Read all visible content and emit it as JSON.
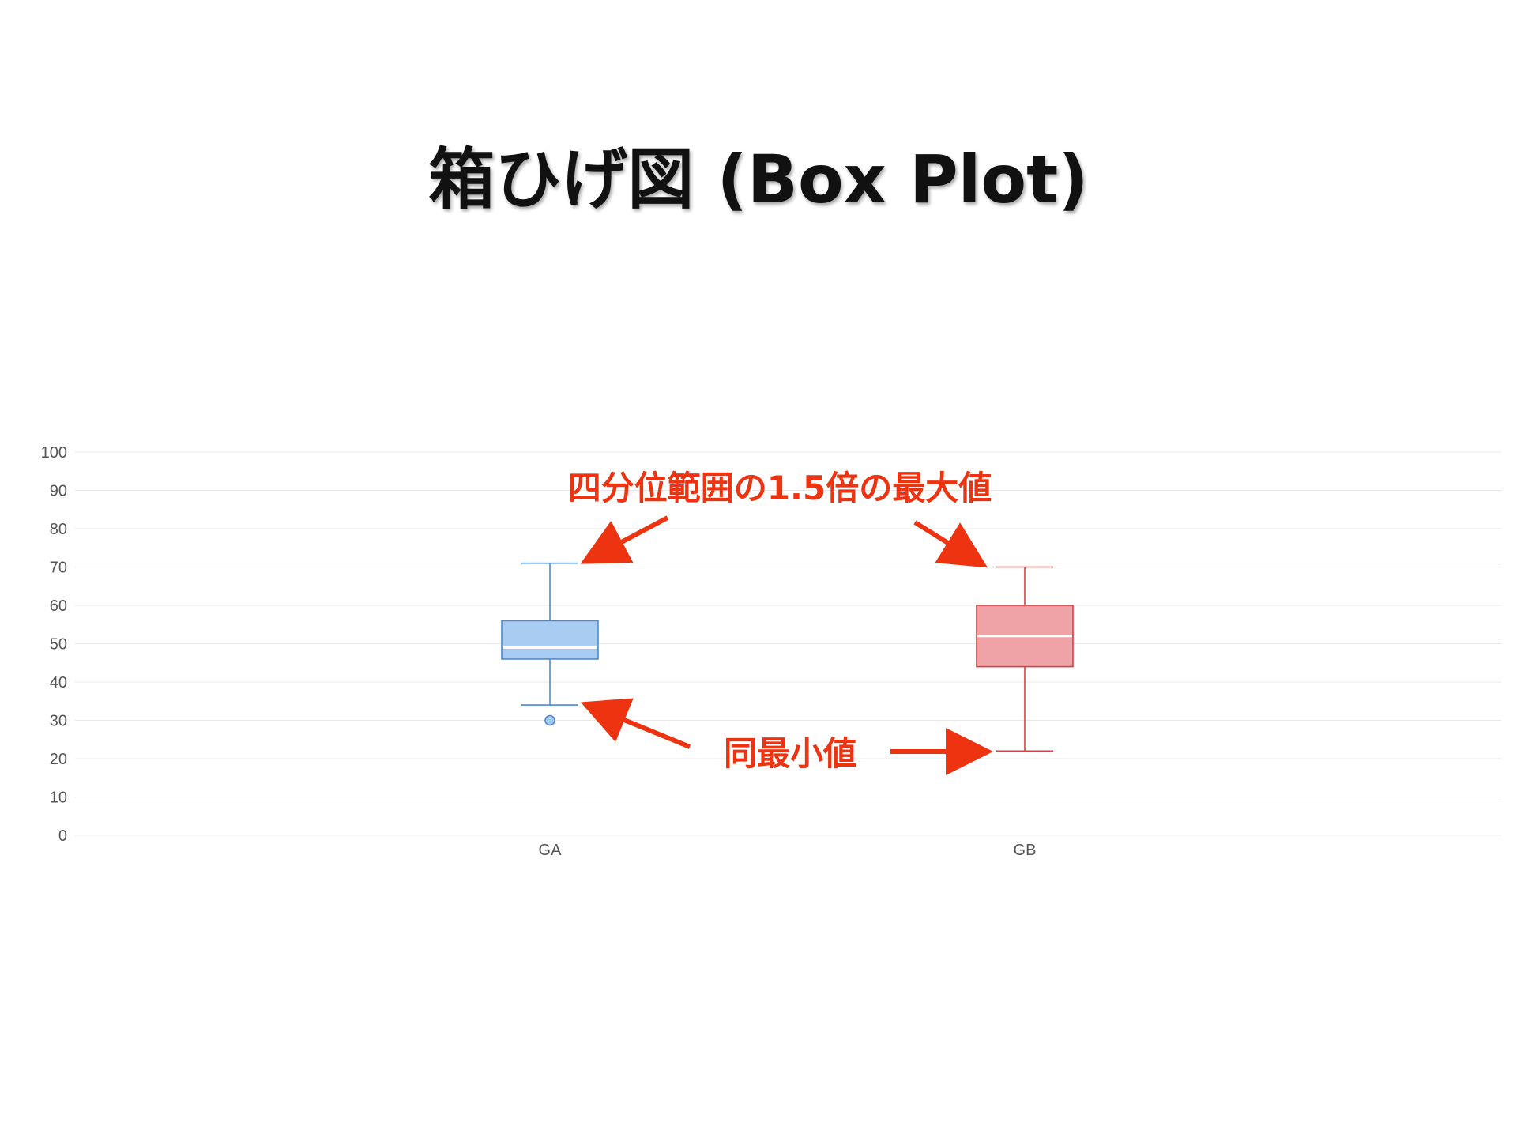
{
  "title": "箱ひげ図 (Box Plot)",
  "chart_data": {
    "type": "boxplot",
    "title": "",
    "xlabel": "",
    "ylabel": "",
    "ylim": [
      0,
      100
    ],
    "yticks": [
      0,
      10,
      20,
      30,
      40,
      50,
      60,
      70,
      80,
      90,
      100
    ],
    "grid": true,
    "categories": [
      "GA",
      "GB"
    ],
    "series": [
      {
        "category": "GA",
        "min": 34,
        "q1": 46,
        "median": 49,
        "q3": 56,
        "max": 71,
        "outliers": [
          30
        ],
        "fill": "#a9ccf2",
        "stroke": "#4a8ad0"
      },
      {
        "category": "GB",
        "min": 22,
        "q1": 44,
        "median": 52,
        "q3": 60,
        "max": 70,
        "outliers": [],
        "fill": "#f0a3a6",
        "stroke": "#d9403f"
      }
    ],
    "annotations": {
      "max_label": "四分位範囲の1.5倍の最大値",
      "min_label": "同最小値",
      "color": "#ee3311"
    }
  }
}
